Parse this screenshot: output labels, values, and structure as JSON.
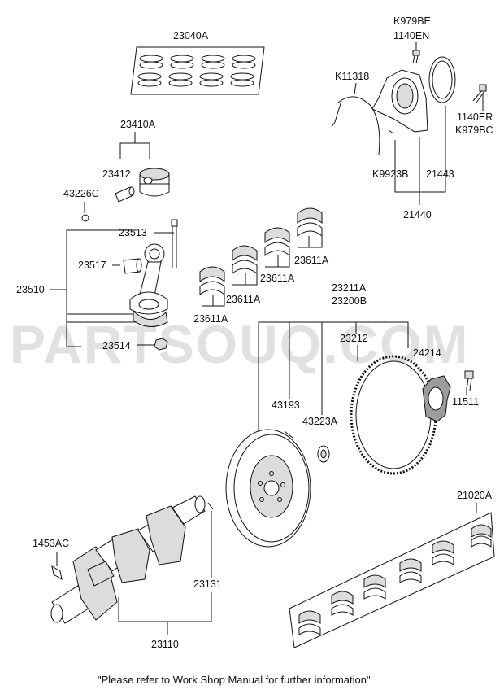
{
  "watermark": "PARTSOUQ.COM",
  "footer_note": "\"Please refer to Work Shop Manual for further information\"",
  "part_labels": {
    "p23040A": "23040A",
    "p23410A": "23410A",
    "p23412": "23412",
    "p43226C": "43226C",
    "p23513": "23513",
    "p23517": "23517",
    "p23510": "23510",
    "p23514": "23514",
    "p23611A_1": "23611A",
    "p23611A_2": "23611A",
    "p23611A_3": "23611A",
    "p23611A_4": "23611A",
    "pK979BE": "K979BE",
    "p1140EN": "1140EN",
    "pK11318": "K11318",
    "p1140ER": "1140ER",
    "pK979BC": "K979BC",
    "pK9923B": "K9923B",
    "p21443": "21443",
    "p21440": "21440",
    "p23211A": "23211A",
    "p23200B": "23200B",
    "p23212": "23212",
    "p24214": "24214",
    "p43193": "43193",
    "p43223A": "43223A",
    "p11511": "11511",
    "p21020A": "21020A",
    "p1453AC": "1453AC",
    "p23131": "23131",
    "p23110": "23110"
  }
}
